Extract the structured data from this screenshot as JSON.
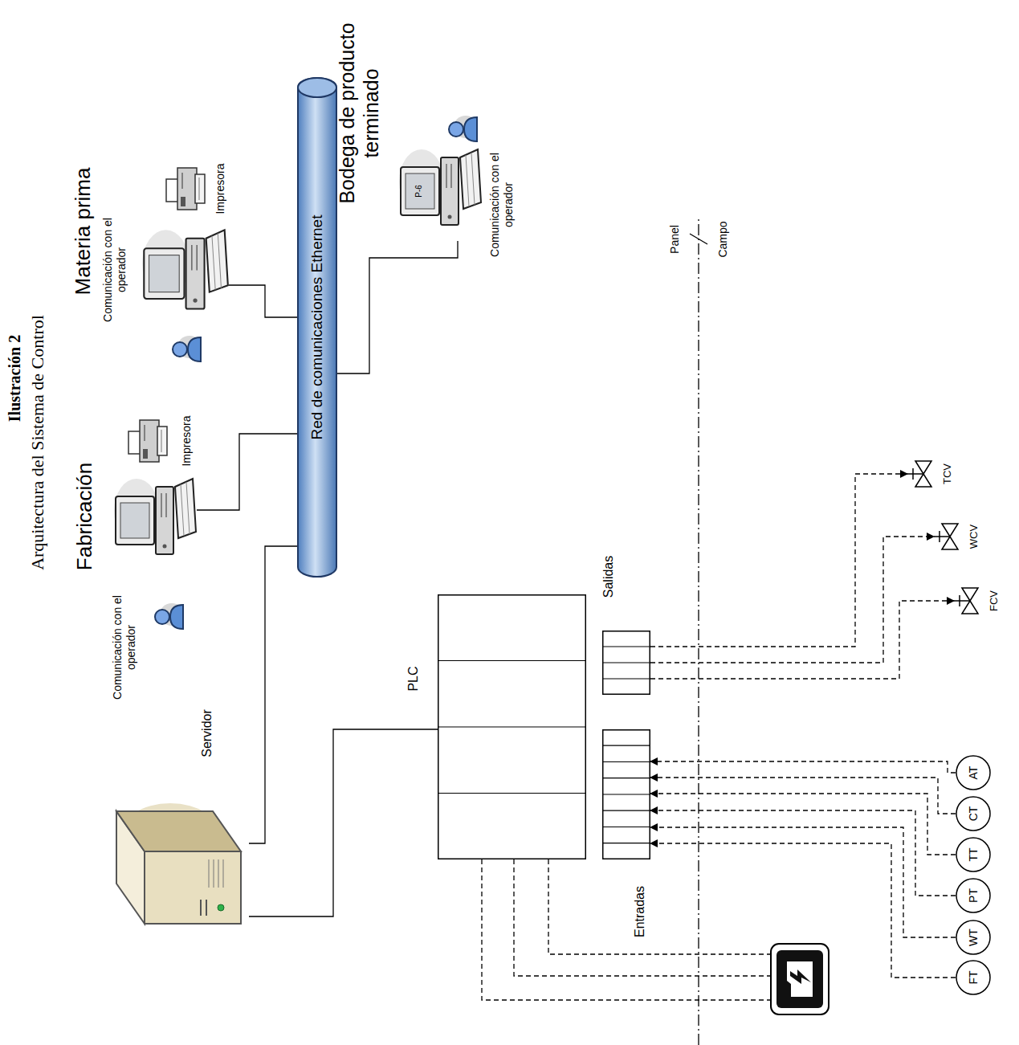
{
  "diagram": {
    "title": "Ilustración 2",
    "nodes": [
      {
        "text": [
          "Fabricación"
        ]
      },
      {
        "text": [
          "Materia prima"
        ]
      },
      {
        "text": [
          "Red de comunicaciones Ethernet"
        ]
      },
      {
        "text": [
          "Bodega de producto terminado"
        ]
      },
      {
        "text": [
          "Servidor"
        ]
      },
      {
        "text": [
          "PLC"
        ]
      },
      {
        "text": [
          "Salidas"
        ]
      },
      {
        "text": [
          "Entradas"
        ]
      },
      {
        "text": [
          "TCV"
        ]
      },
      {
        "text": [
          "WCV"
        ]
      },
      {
        "text": [
          "FCV"
        ]
      },
      {
        "text": [
          "FT"
        ]
      },
      {
        "text": [
          "WT"
        ]
      },
      {
        "text": [
          "PT"
        ]
      },
      {
        "text": [
          "TT"
        ]
      },
      {
        "text": [
          "CT"
        ]
      },
      {
        "text": [
          "AT"
        ]
      }
    ],
    "edges": [
      {
        "from": 0,
        "to": 2,
        "arrow": "none"
      },
      {
        "from": 1,
        "to": 2,
        "arrow": "none"
      },
      {
        "from": 4,
        "to": 2,
        "arrow": "none"
      },
      {
        "from": 2,
        "to": 3,
        "arrow": "none"
      },
      {
        "from": 4,
        "to": 5,
        "arrow": "none"
      },
      {
        "from": 6,
        "to": 8,
        "arrow": "to"
      },
      {
        "from": 6,
        "to": 9,
        "arrow": "to"
      },
      {
        "from": 6,
        "to": 10,
        "arrow": "to"
      },
      {
        "from": 11,
        "to": 7,
        "arrow": "to"
      },
      {
        "from": 12,
        "to": 7,
        "arrow": "to"
      },
      {
        "from": 13,
        "to": 7,
        "arrow": "to"
      },
      {
        "from": 14,
        "to": 7,
        "arrow": "to"
      },
      {
        "from": 15,
        "to": 7,
        "arrow": "to"
      },
      {
        "from": 16,
        "to": 7,
        "arrow": "to"
      }
    ],
    "labels": [
      "Arquitectura del Sistema de Control",
      "Comunicación con el operador",
      "Impresora",
      "Comunicación con el operador",
      "Impresora",
      "Comunicación con el operador",
      "P-6",
      "Panel",
      "Campo"
    ]
  }
}
